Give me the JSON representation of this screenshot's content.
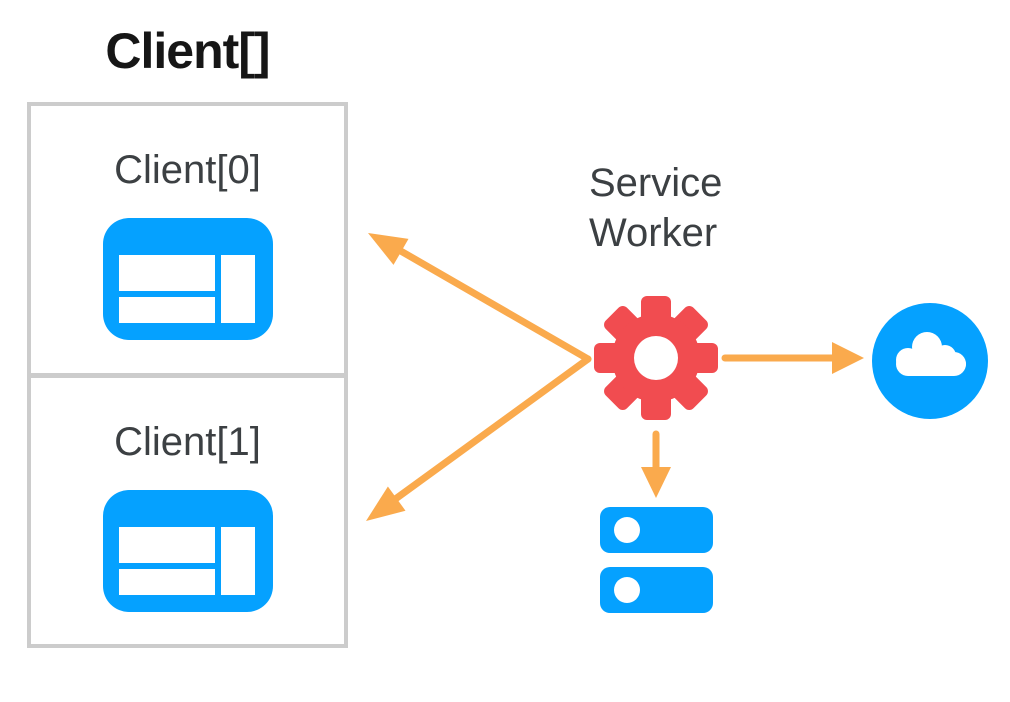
{
  "title": "Client[]",
  "clients": [
    {
      "label": "Client[0]",
      "icon": "browser-window-icon"
    },
    {
      "label": "Client[1]",
      "icon": "browser-window-icon"
    }
  ],
  "service_worker": {
    "line1": "Service",
    "line2": "Worker",
    "icon": "gear-icon"
  },
  "network": {
    "icon": "cloud-icon"
  },
  "storage": {
    "icon": "database-icon"
  },
  "colors": {
    "blue": "#05A1FF",
    "red": "#F14C50",
    "orange": "#FAAA4D",
    "border_gray": "#CCCCCC",
    "text_dark": "#3C4043",
    "title_dark": "#161616",
    "white": "#FFFFFF"
  }
}
